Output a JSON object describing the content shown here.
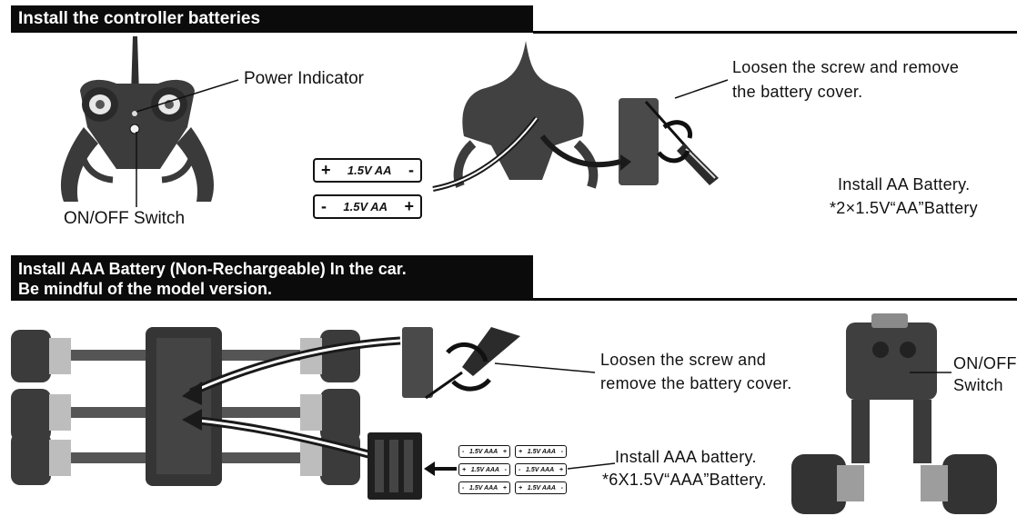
{
  "sections": {
    "controller_header": "Install the controller batteries",
    "car_header_line1": "Install AAA Battery (Non-Rechargeable) In the car.",
    "car_header_line2": "Be mindful of the model version."
  },
  "controller": {
    "power_indicator": "Power Indicator",
    "on_off_switch": "ON/OFF Switch",
    "loosen_line1": "Loosen the screw and remove",
    "loosen_line2": "the battery cover.",
    "install_line1": "Install AA Battery.",
    "install_line2": "*2×1.5V“AA”Battery",
    "battery_label": "1.5V AA",
    "plus": "+",
    "minus": "-"
  },
  "car": {
    "loosen_line1": "Loosen the screw and",
    "loosen_line2": "remove  the battery cover.",
    "install_line1": "Install AAA battery.",
    "install_line2": "*6X1.5V“AAA”Battery.",
    "on_off_line1": "ON/OFF",
    "on_off_line2": "Switch",
    "battery_label": "1.5V AAA"
  },
  "colors": {
    "header_bg": "#0b0b0b",
    "header_text": "#ffffff",
    "device": "#3a3a3a",
    "device_light": "#9a9a9a"
  },
  "icons": [
    "remote-controller-illustration",
    "car-body-illustration",
    "screwdriver-icon",
    "rotate-arrow-icon",
    "battery-holder-icon",
    "chassis-illustration",
    "robot-car-illustration"
  ]
}
